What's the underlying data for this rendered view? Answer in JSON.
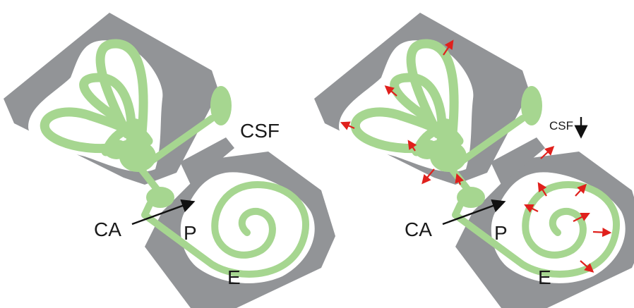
{
  "colors": {
    "bone": "#929497",
    "labyrinth": "#a6d690",
    "pressure_arrows": "#e0201c",
    "text": "#1a1a1a"
  },
  "left_panel": {
    "labels": {
      "csf": "CSF",
      "ca": "CA",
      "p": "P",
      "e": "E"
    }
  },
  "right_panel": {
    "labels": {
      "csf": "CSF",
      "ca": "CA",
      "p": "P",
      "e": "E"
    },
    "csf_arrow_icon": "down-arrow-icon"
  }
}
